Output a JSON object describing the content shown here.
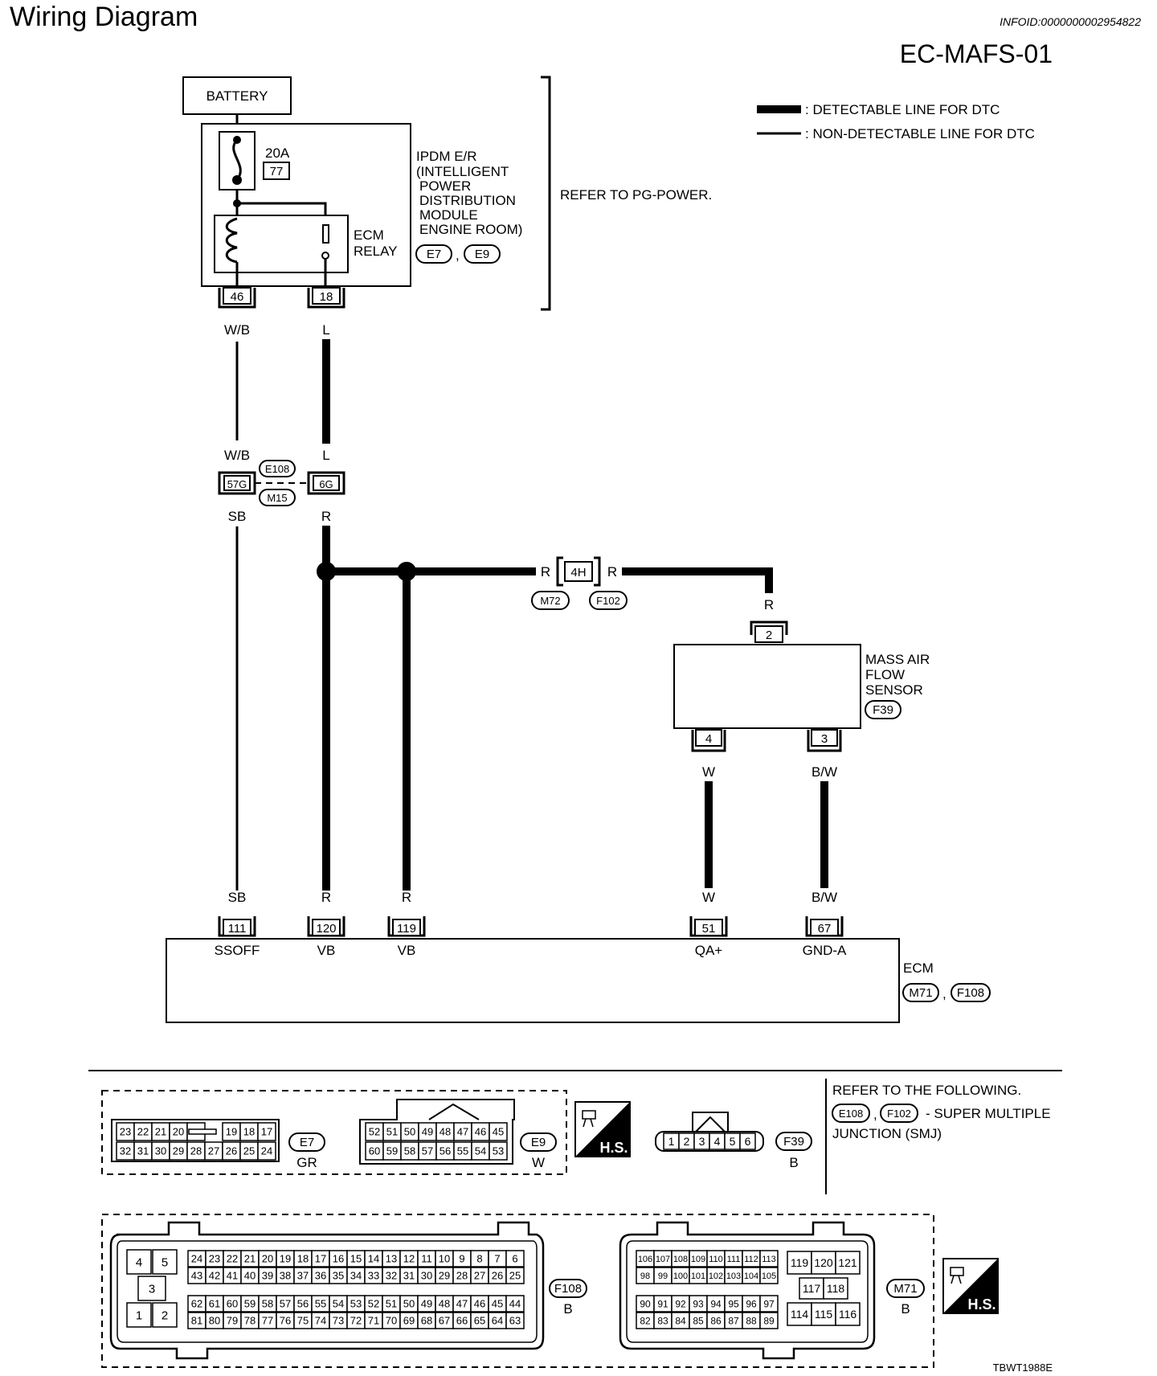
{
  "page": {
    "title": "Wiring Diagram",
    "info_id": "INFOID:0000000002954822",
    "diagram_code": "EC-MAFS-01",
    "figure_code": "TBWT1988E"
  },
  "legend": {
    "detectable": ": DETECTABLE LINE FOR DTC",
    "non_detectable": ": NON-DETECTABLE LINE FOR DTC"
  },
  "battery": {
    "label": "BATTERY"
  },
  "ipdm": {
    "name_lines": [
      "IPDM E/R",
      "(INTELLIGENT",
      "POWER",
      "DISTRIBUTION",
      "MODULE",
      "ENGINE ROOM)"
    ],
    "connectors": [
      "E7",
      "E9"
    ],
    "fuse_rating": "20A",
    "fuse_number": "77",
    "relay_lines": [
      "ECM",
      "RELAY"
    ],
    "refer_text": "REFER TO PG-POWER.",
    "pin_left": "46",
    "pin_right": "18"
  },
  "wires": {
    "wb_top": "W/B",
    "l_top": "L",
    "wb_mid": "W/B",
    "l_mid": "L",
    "sb_mid": "SB",
    "r_mid": "R",
    "r_left_h": "R",
    "r_right_h": "R",
    "r_down": "R",
    "w_top": "W",
    "bw_top": "B/W",
    "sb_ecm": "SB",
    "r_ecm1": "R",
    "r_ecm2": "R",
    "w_ecm": "W",
    "bw_ecm": "B/W",
    "comma1": ",",
    "comma2": ",",
    "comma3": ","
  },
  "joint1": {
    "pin_left": "57G",
    "pin_right": "6G",
    "connectors": [
      "E108",
      "M15"
    ]
  },
  "joint2": {
    "pin": "4H",
    "connectors": [
      "M72",
      "F102"
    ]
  },
  "maf": {
    "name_lines": [
      "MASS AIR",
      "FLOW",
      "SENSOR"
    ],
    "connector": "F39",
    "pin_top": "2",
    "pin_left": "4",
    "pin_right": "3"
  },
  "ecm": {
    "name": "ECM",
    "connectors": [
      "M71",
      "F108"
    ],
    "pins": [
      {
        "num": "111",
        "name": "SSOFF"
      },
      {
        "num": "120",
        "name": "VB"
      },
      {
        "num": "119",
        "name": "VB"
      },
      {
        "num": "51",
        "name": "QA+"
      },
      {
        "num": "67",
        "name": "GND-A"
      }
    ]
  },
  "connector_views": {
    "e7": {
      "id": "E7",
      "color": "GR",
      "row1": [
        "23",
        "22",
        "21",
        "20",
        "",
        "19",
        "18",
        "17"
      ],
      "row2": [
        "32",
        "31",
        "30",
        "29",
        "28",
        "27",
        "26",
        "25",
        "24"
      ]
    },
    "e9": {
      "id": "E9",
      "color": "W",
      "row1": [
        "52",
        "51",
        "50",
        "49",
        "48",
        "47",
        "46",
        "45"
      ],
      "row2": [
        "60",
        "59",
        "58",
        "57",
        "56",
        "55",
        "54",
        "53"
      ]
    },
    "hs_label": "H.S.",
    "f39": {
      "id": "F39",
      "color": "B",
      "pins": [
        "1",
        "2",
        "3",
        "4",
        "5",
        "6"
      ]
    },
    "smj_note": {
      "line1": "REFER TO THE FOLLOWING.",
      "connectors": [
        "E108",
        "F102"
      ],
      "line2": "- SUPER MULTIPLE",
      "line3": "JUNCTION (SMJ)"
    },
    "f108": {
      "id": "F108",
      "color": "B",
      "block": [
        "4",
        "5",
        "3",
        "1",
        "2"
      ],
      "row1": [
        "24",
        "23",
        "22",
        "21",
        "20",
        "19",
        "18",
        "17",
        "16",
        "15",
        "14",
        "13",
        "12",
        "11",
        "10",
        "9",
        "8",
        "7",
        "6"
      ],
      "row2": [
        "43",
        "42",
        "41",
        "40",
        "39",
        "38",
        "37",
        "36",
        "35",
        "34",
        "33",
        "32",
        "31",
        "30",
        "29",
        "28",
        "27",
        "26",
        "25"
      ],
      "row3": [
        "62",
        "61",
        "60",
        "59",
        "58",
        "57",
        "56",
        "55",
        "54",
        "53",
        "52",
        "51",
        "50",
        "49",
        "48",
        "47",
        "46",
        "45",
        "44"
      ],
      "row4": [
        "81",
        "80",
        "79",
        "78",
        "77",
        "76",
        "75",
        "74",
        "73",
        "72",
        "71",
        "70",
        "69",
        "68",
        "67",
        "66",
        "65",
        "64",
        "63"
      ]
    },
    "m71": {
      "id": "M71",
      "color": "B",
      "row1": [
        "106",
        "107",
        "108",
        "109",
        "110",
        "111",
        "112",
        "113"
      ],
      "row2": [
        "98",
        "99",
        "100",
        "101",
        "102",
        "103",
        "104",
        "105"
      ],
      "row3": [
        "90",
        "91",
        "92",
        "93",
        "94",
        "95",
        "96",
        "97"
      ],
      "row4": [
        "82",
        "83",
        "84",
        "85",
        "86",
        "87",
        "88",
        "89"
      ],
      "block_r1": [
        "119",
        "120",
        "121"
      ],
      "block_r2": [
        "117",
        "118"
      ],
      "block_r3": [
        "114",
        "115",
        "116"
      ]
    }
  }
}
